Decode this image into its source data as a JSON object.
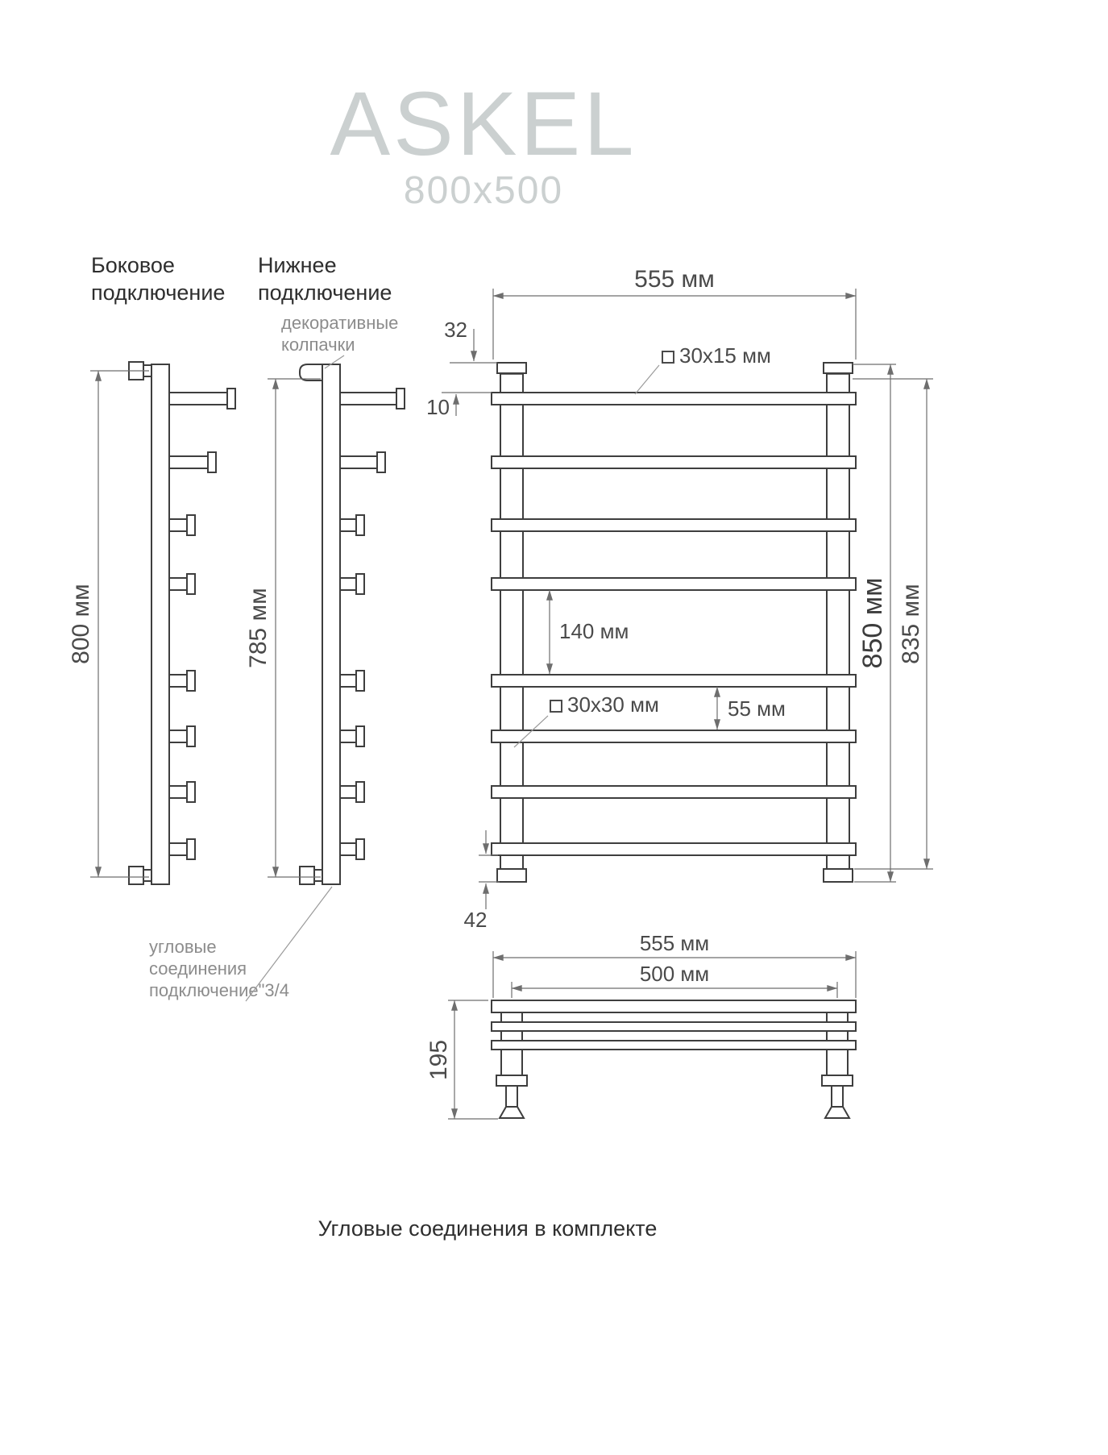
{
  "page": {
    "title": "ASKEL",
    "subtitle": "800x500",
    "footer": "Угловые соединения в комплекте"
  },
  "side_view": {
    "label_line1": "Боковое",
    "label_line2": "подключение",
    "height": "800 мм"
  },
  "bottom_conn_view": {
    "label_line1": "Нижнее",
    "label_line2": "подключение",
    "height": "785 мм"
  },
  "front_view": {
    "width": "555 мм",
    "top_offset": "32",
    "cap_offset": "10",
    "rail_profile": "30x15 мм",
    "rail_spacing": "140 мм",
    "post_profile": "30x30 мм",
    "small_spacing": "55 мм",
    "overall_height": "850 мм",
    "rail_span_height": "835 мм",
    "bottom_offset": "42"
  },
  "top_view": {
    "width": "555 мм",
    "connection_width": "500 мм",
    "depth": "195"
  },
  "annotations": {
    "caps_line1": "декоративные",
    "caps_line2": "колпачки",
    "corner_line1": "угловые",
    "corner_line2": "соединения",
    "corner_line3": "подключение\"3/4"
  }
}
